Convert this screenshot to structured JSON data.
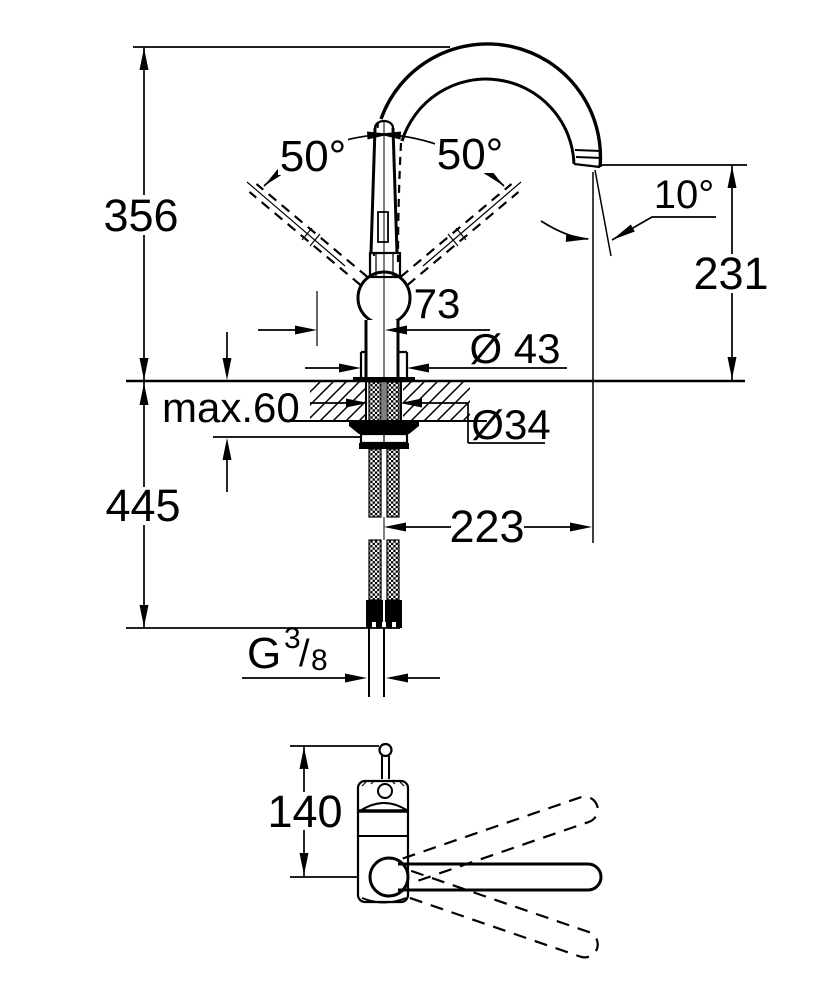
{
  "drawing": {
    "type": "technical-dimension-drawing",
    "subject": "kitchen sink mixer faucet, side view with installation cross-section and top view",
    "units": "mm",
    "colors": {
      "line": "#000000",
      "background": "#ffffff"
    },
    "labels": {
      "total_height": "356",
      "under_counter_height": "445",
      "counter_max_thickness": "max.60",
      "spout_clearance": "231",
      "spout_reach": "223",
      "lever_offset": "73",
      "base_diameter": "Ø 43",
      "hole_diameter": "Ø34",
      "lever_swivel_left": "50°",
      "lever_swivel_right": "50°",
      "outlet_angle": "10°",
      "thread_g": "G",
      "thread_numerator": "3",
      "thread_slash": "/",
      "thread_denominator": "8",
      "top_view_height": "140"
    },
    "dimensions": {
      "total_height_mm": 356,
      "under_counter_height_mm": 445,
      "counter_max_thickness_mm": 60,
      "spout_clearance_mm": 231,
      "spout_reach_mm": 223,
      "lever_offset_mm": 73,
      "base_diameter_mm": 43,
      "hole_diameter_mm": 34,
      "lever_swivel_deg": 50,
      "outlet_angle_deg": 10,
      "connection_thread": "G 3/8",
      "top_view_height_mm": 140
    }
  }
}
